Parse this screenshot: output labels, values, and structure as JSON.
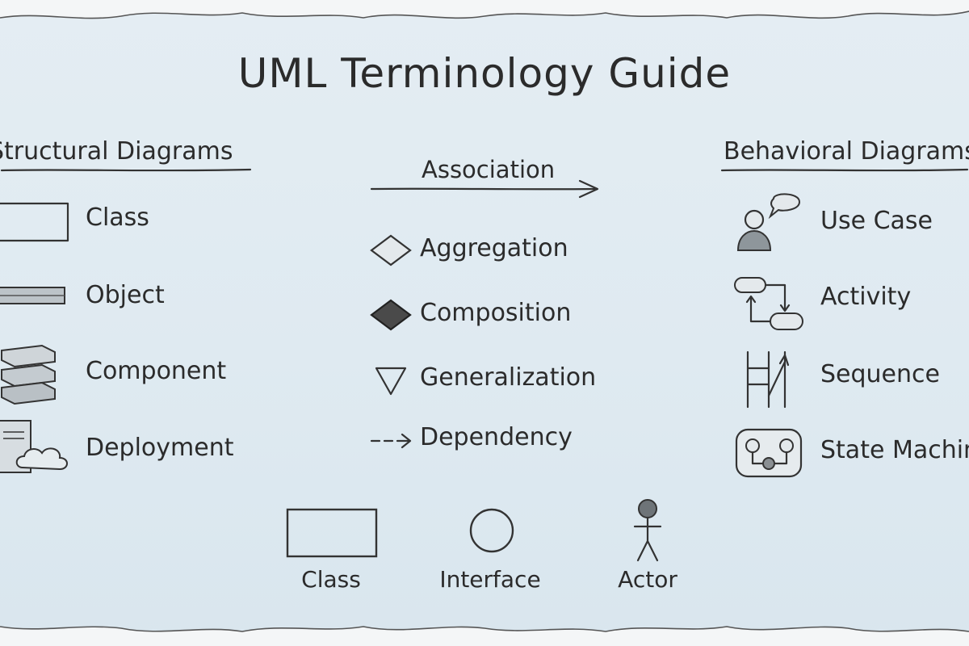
{
  "title": "UML Terminology Guide",
  "structural": {
    "heading": "Structural Diagrams",
    "items": [
      {
        "label": "Class",
        "icon": "class-box-icon"
      },
      {
        "label": "Object",
        "icon": "object-bar-icon"
      },
      {
        "label": "Component",
        "icon": "component-stack-icon"
      },
      {
        "label": "Deployment",
        "icon": "server-cloud-icon"
      }
    ]
  },
  "relationships": {
    "association": "Association",
    "items": [
      {
        "label": "Aggregation",
        "icon": "hollow-diamond-icon"
      },
      {
        "label": "Composition",
        "icon": "filled-diamond-icon"
      },
      {
        "label": "Generalization",
        "icon": "triangle-icon"
      },
      {
        "label": "Dependency",
        "icon": "dashed-arrow-icon"
      }
    ]
  },
  "behavioral": {
    "heading": "Behavioral Diagrams",
    "items": [
      {
        "label": "Use Case",
        "icon": "actor-speech-icon"
      },
      {
        "label": "Activity",
        "icon": "activity-flow-icon"
      },
      {
        "label": "Sequence",
        "icon": "sequence-lifeline-icon"
      },
      {
        "label": "State Machine",
        "icon": "state-machine-icon"
      }
    ]
  },
  "legend": [
    {
      "label": "Class",
      "icon": "class-rectangle-icon"
    },
    {
      "label": "Interface",
      "icon": "interface-circle-icon"
    },
    {
      "label": "Actor",
      "icon": "actor-stick-figure-icon"
    }
  ],
  "colors": {
    "background": "#e4edf3",
    "ink": "#2b2b2b"
  }
}
